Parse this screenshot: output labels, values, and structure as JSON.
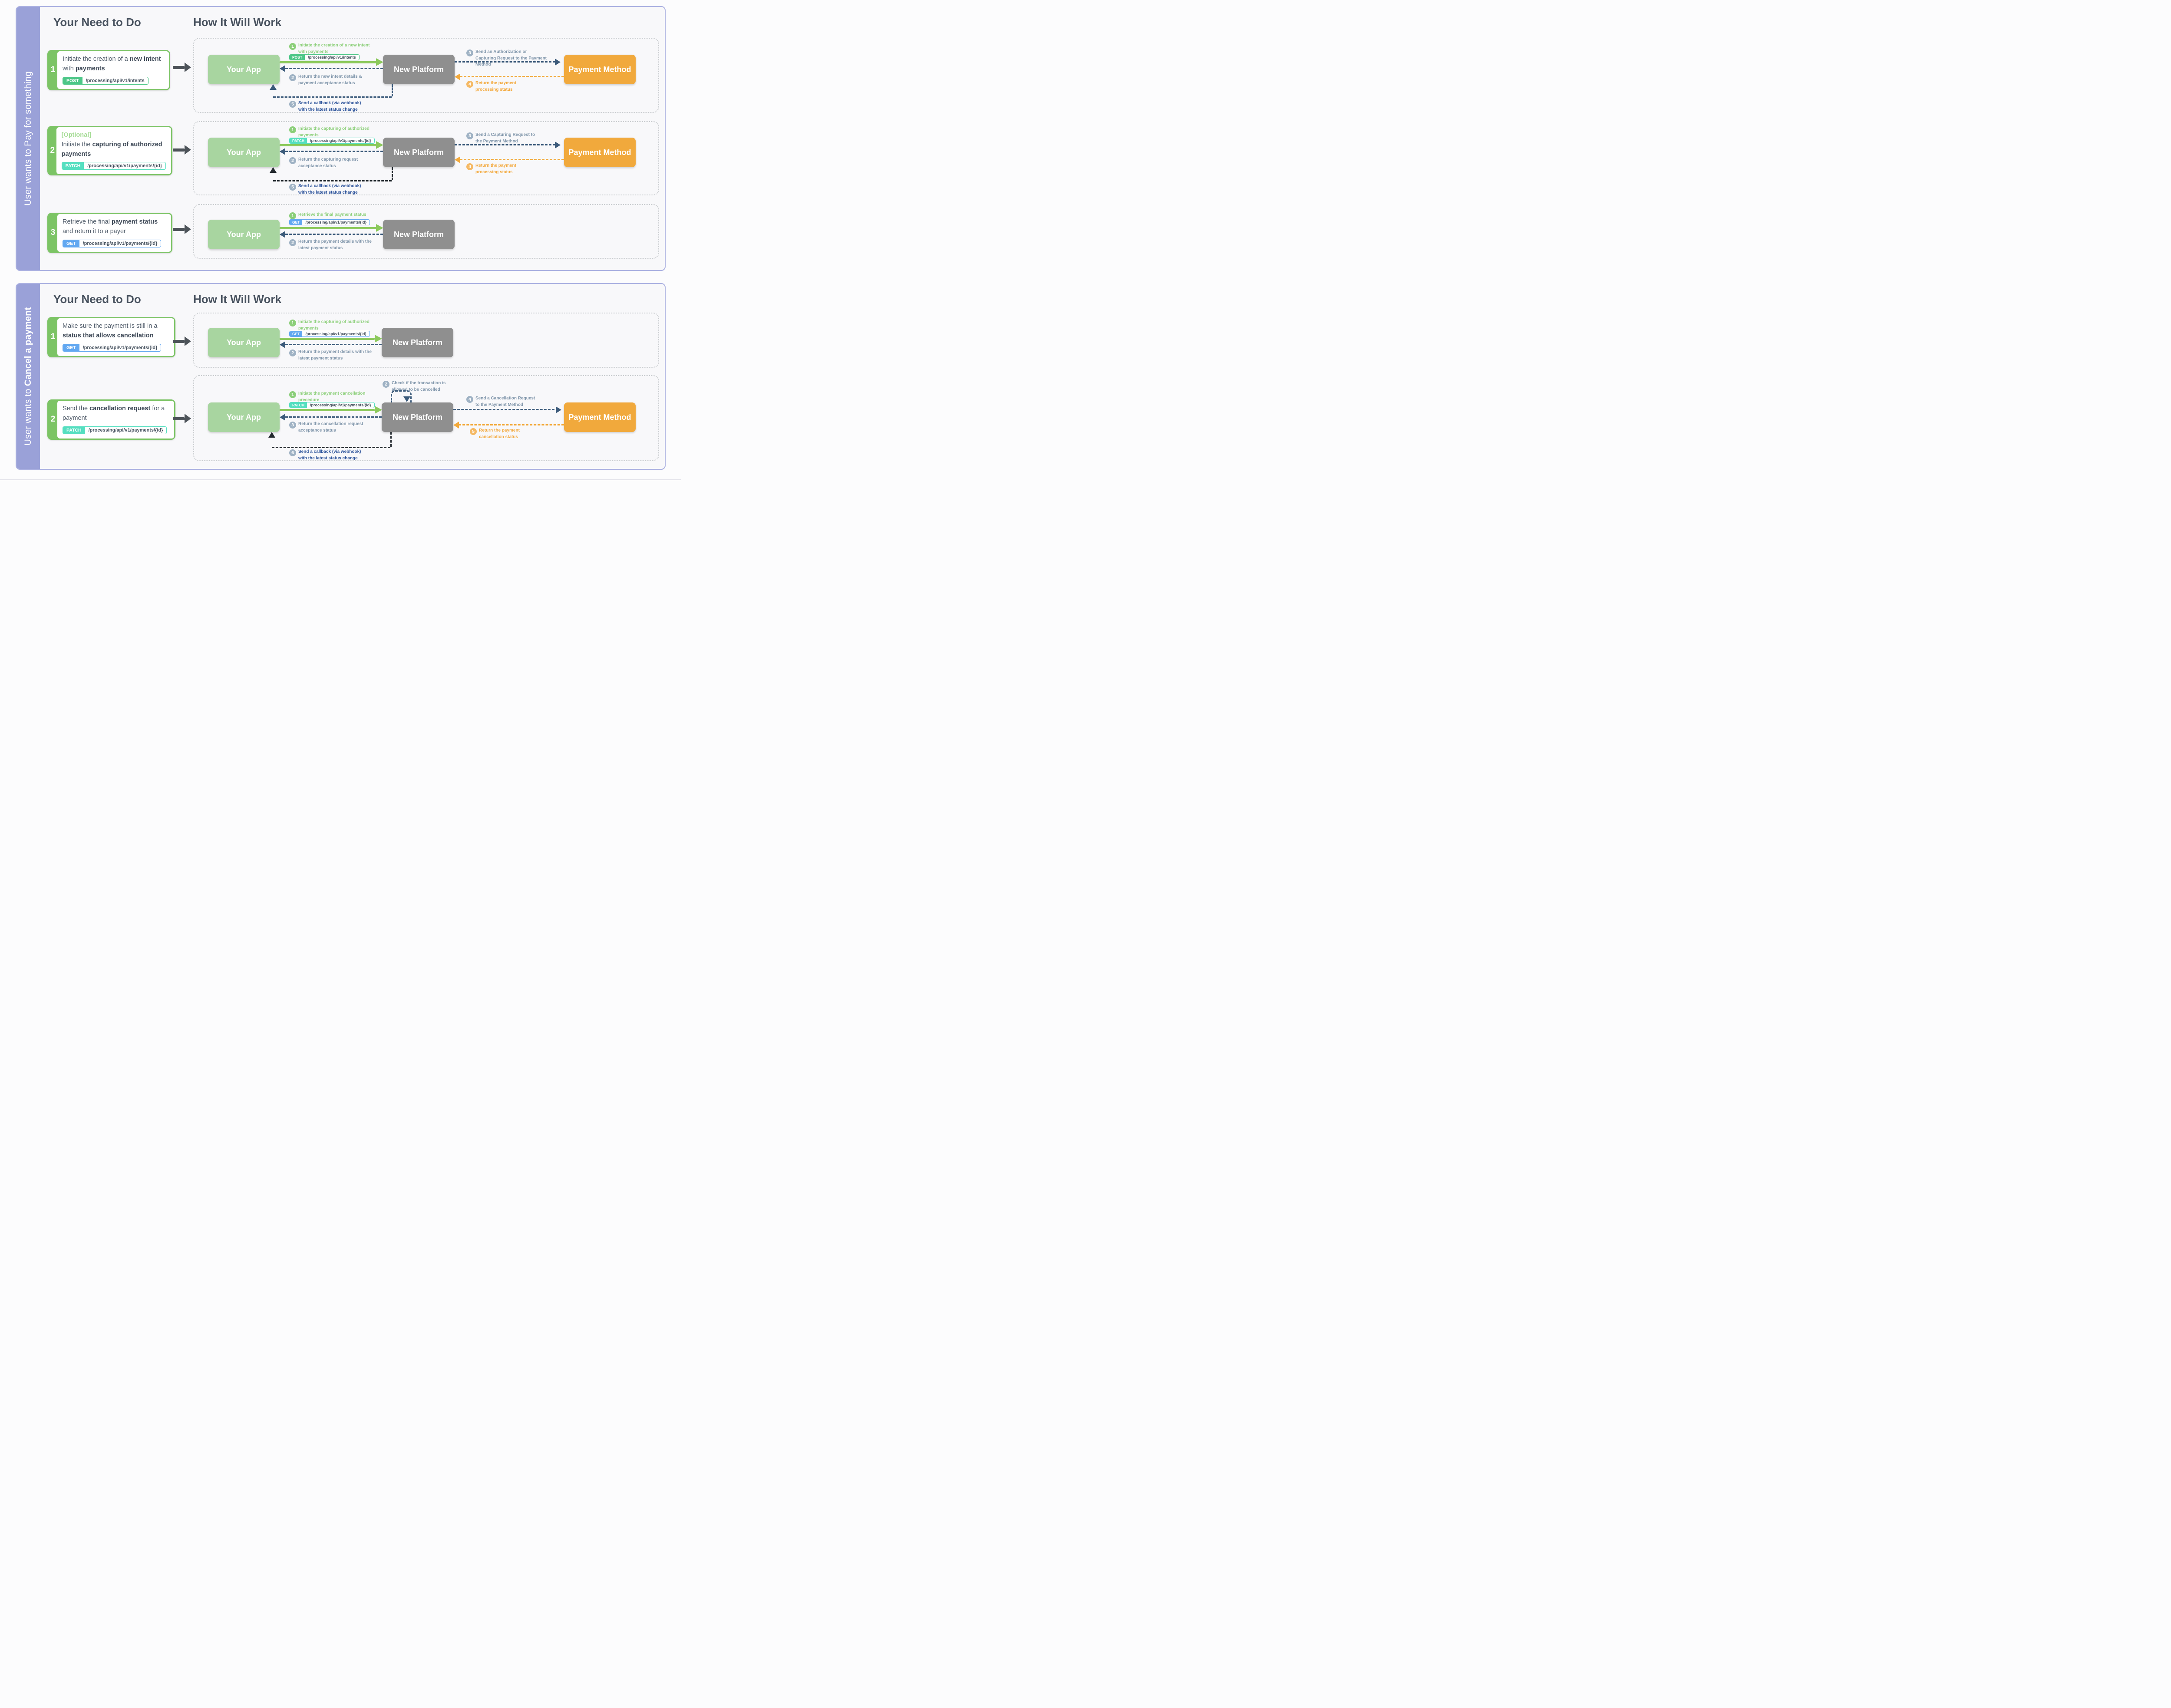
{
  "colors": {
    "sidebar_purple": "#9aa1d8",
    "panel_border": "#abb1e1",
    "step_green": "#7cc465",
    "arrow_green": "#8cc95c",
    "navy": "#3b5a7a",
    "orange": "#f2a93b",
    "app_box": "#a8d5a0",
    "platform_box": "#8f8f8f",
    "method_box": "#f1a93c",
    "post_badge": "#4dc788",
    "patch_badge": "#55dfc0",
    "get_badge": "#62a8f1",
    "callback_blue": "#2d549b"
  },
  "boxes": {
    "app": "Your App",
    "platform": "New Platform",
    "method": "Payment Method"
  },
  "badges": {
    "post_intents": {
      "method": "POST",
      "path": "/processing/api/v1/intents"
    },
    "patch_payments": {
      "method": "PATCH",
      "path": "/processing/api/v1/payments/{id}"
    },
    "get_payments": {
      "method": "GET",
      "path": "/processing/api/v1/payments/{id}"
    }
  },
  "shared": {
    "callback_text": "Send a callback (via webhook) with the latest status change"
  },
  "section1": {
    "sidebar_prefix": "User wants to ",
    "sidebar_bold": "Pay for something",
    "col1_header": "Your Need to Do",
    "col2_header": "How It Will Work",
    "steps": {
      "s1": {
        "num": "1",
        "t1": "Initiate the creation of a ",
        "b1": "new intent",
        "t2": " with ",
        "b2": "payments"
      },
      "s2": {
        "num": "2",
        "optional": "[Optional]",
        "t1": "Initiate the ",
        "b1": "capturing of authorized payments"
      },
      "s3": {
        "num": "3",
        "t1": "Retrieve the final ",
        "b1": "payment status",
        "t2": " and return it to a payer"
      }
    },
    "flowA": {
      "l1": {
        "num": "1",
        "text": "Initiate the creation of a new intent with payments"
      },
      "l2": {
        "num": "2",
        "text": "Return the new intent details & payment acceptance status"
      },
      "l3": {
        "num": "3",
        "text": "Send an Authorization or Capturing Request to the Payment Method"
      },
      "l4": {
        "num": "4",
        "text": "Return the payment processing status"
      },
      "l5": {
        "num": "5"
      }
    },
    "flowB": {
      "l1": {
        "num": "1",
        "text": "Initiate the capturing of authorized payments"
      },
      "l2": {
        "num": "2",
        "text": "Return the capturing request acceptance status"
      },
      "l3": {
        "num": "3",
        "text": "Send a Capturing Request to the Payment Method"
      },
      "l4": {
        "num": "4",
        "text": "Return the payment processing status"
      },
      "l5": {
        "num": "5"
      }
    },
    "flowC": {
      "l1": {
        "num": "1",
        "text": "Retrieve the final payment status"
      },
      "l2": {
        "num": "2",
        "text": "Return the payment details with the latest payment status"
      }
    }
  },
  "section2": {
    "sidebar_prefix": "User wants to ",
    "sidebar_bold": "Cancel a payment",
    "col1_header": "Your Need to Do",
    "col2_header": "How It Will Work",
    "steps": {
      "s1": {
        "num": "1",
        "t1": "Make sure the payment is still in a ",
        "b1": "status that allows cancellation"
      },
      "s2": {
        "num": "2",
        "t1": "Send the ",
        "b1": "cancellation request",
        "t2": " for a payment"
      }
    },
    "flowD": {
      "l1": {
        "num": "1",
        "text": "Initiate the capturing of authorized payments"
      },
      "l2": {
        "num": "2",
        "text": "Return the payment details with the latest payment status"
      }
    },
    "flowE": {
      "l1": {
        "num": "1",
        "text": "Initiate the payment cancellation precedure"
      },
      "l2": {
        "num": "2",
        "text": "Check if the transaction is allowed to be cancelled"
      },
      "l3": {
        "num": "3",
        "text": "Return the cancellation request acceptance status"
      },
      "l4": {
        "num": "4",
        "text": "Send a Cancellation Request to the Payment Method"
      },
      "l5": {
        "num": "5",
        "text": "Return the payment cancellation status"
      },
      "l6": {
        "num": "6"
      }
    }
  }
}
